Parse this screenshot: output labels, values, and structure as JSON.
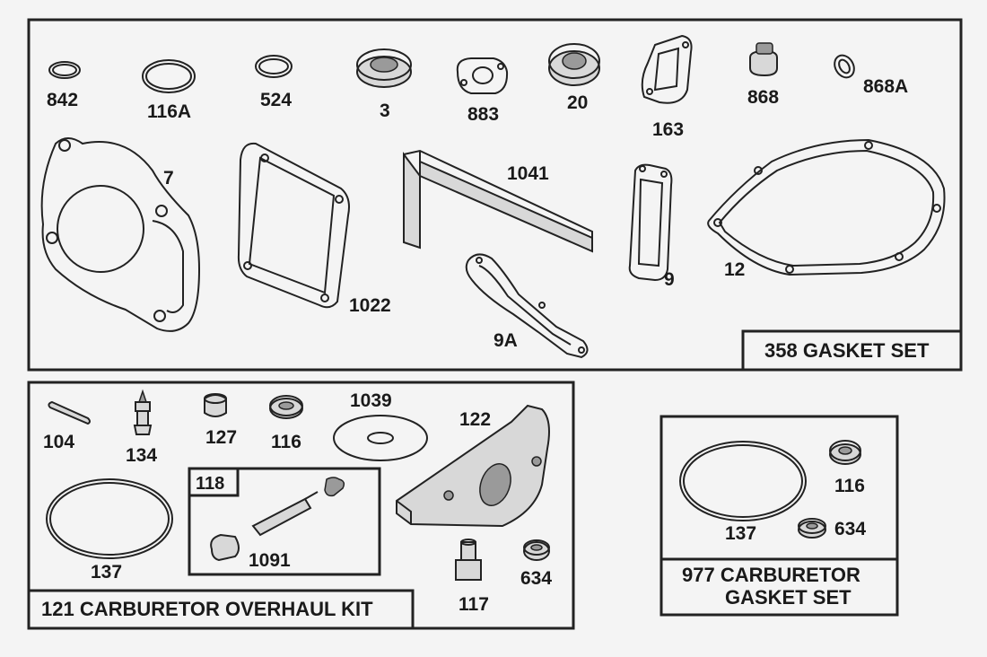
{
  "sections": {
    "gasket_set": {
      "title": "358 GASKET SET"
    },
    "overhaul_kit": {
      "title": "121 CARBURETOR OVERHAUL KIT"
    },
    "carb_gasket_set": {
      "title_line1": "977 CARBURETOR",
      "title_line2": "GASKET SET"
    },
    "subkit": {
      "title": "118"
    }
  },
  "labels": {
    "p842": "842",
    "p116A": "116A",
    "p524": "524",
    "p3": "3",
    "p883": "883",
    "p20": "20",
    "p163": "163",
    "p868": "868",
    "p868A": "868A",
    "p7": "7",
    "p1041": "1041",
    "p1022": "1022",
    "p9": "9",
    "p9A": "9A",
    "p12": "12",
    "p104": "104",
    "p134": "134",
    "p127": "127",
    "p116": "116",
    "p1039": "1039",
    "p122": "122",
    "p137": "137",
    "p1091": "1091",
    "p117": "117",
    "p634": "634",
    "r116": "116",
    "r137": "137",
    "r634": "634"
  }
}
